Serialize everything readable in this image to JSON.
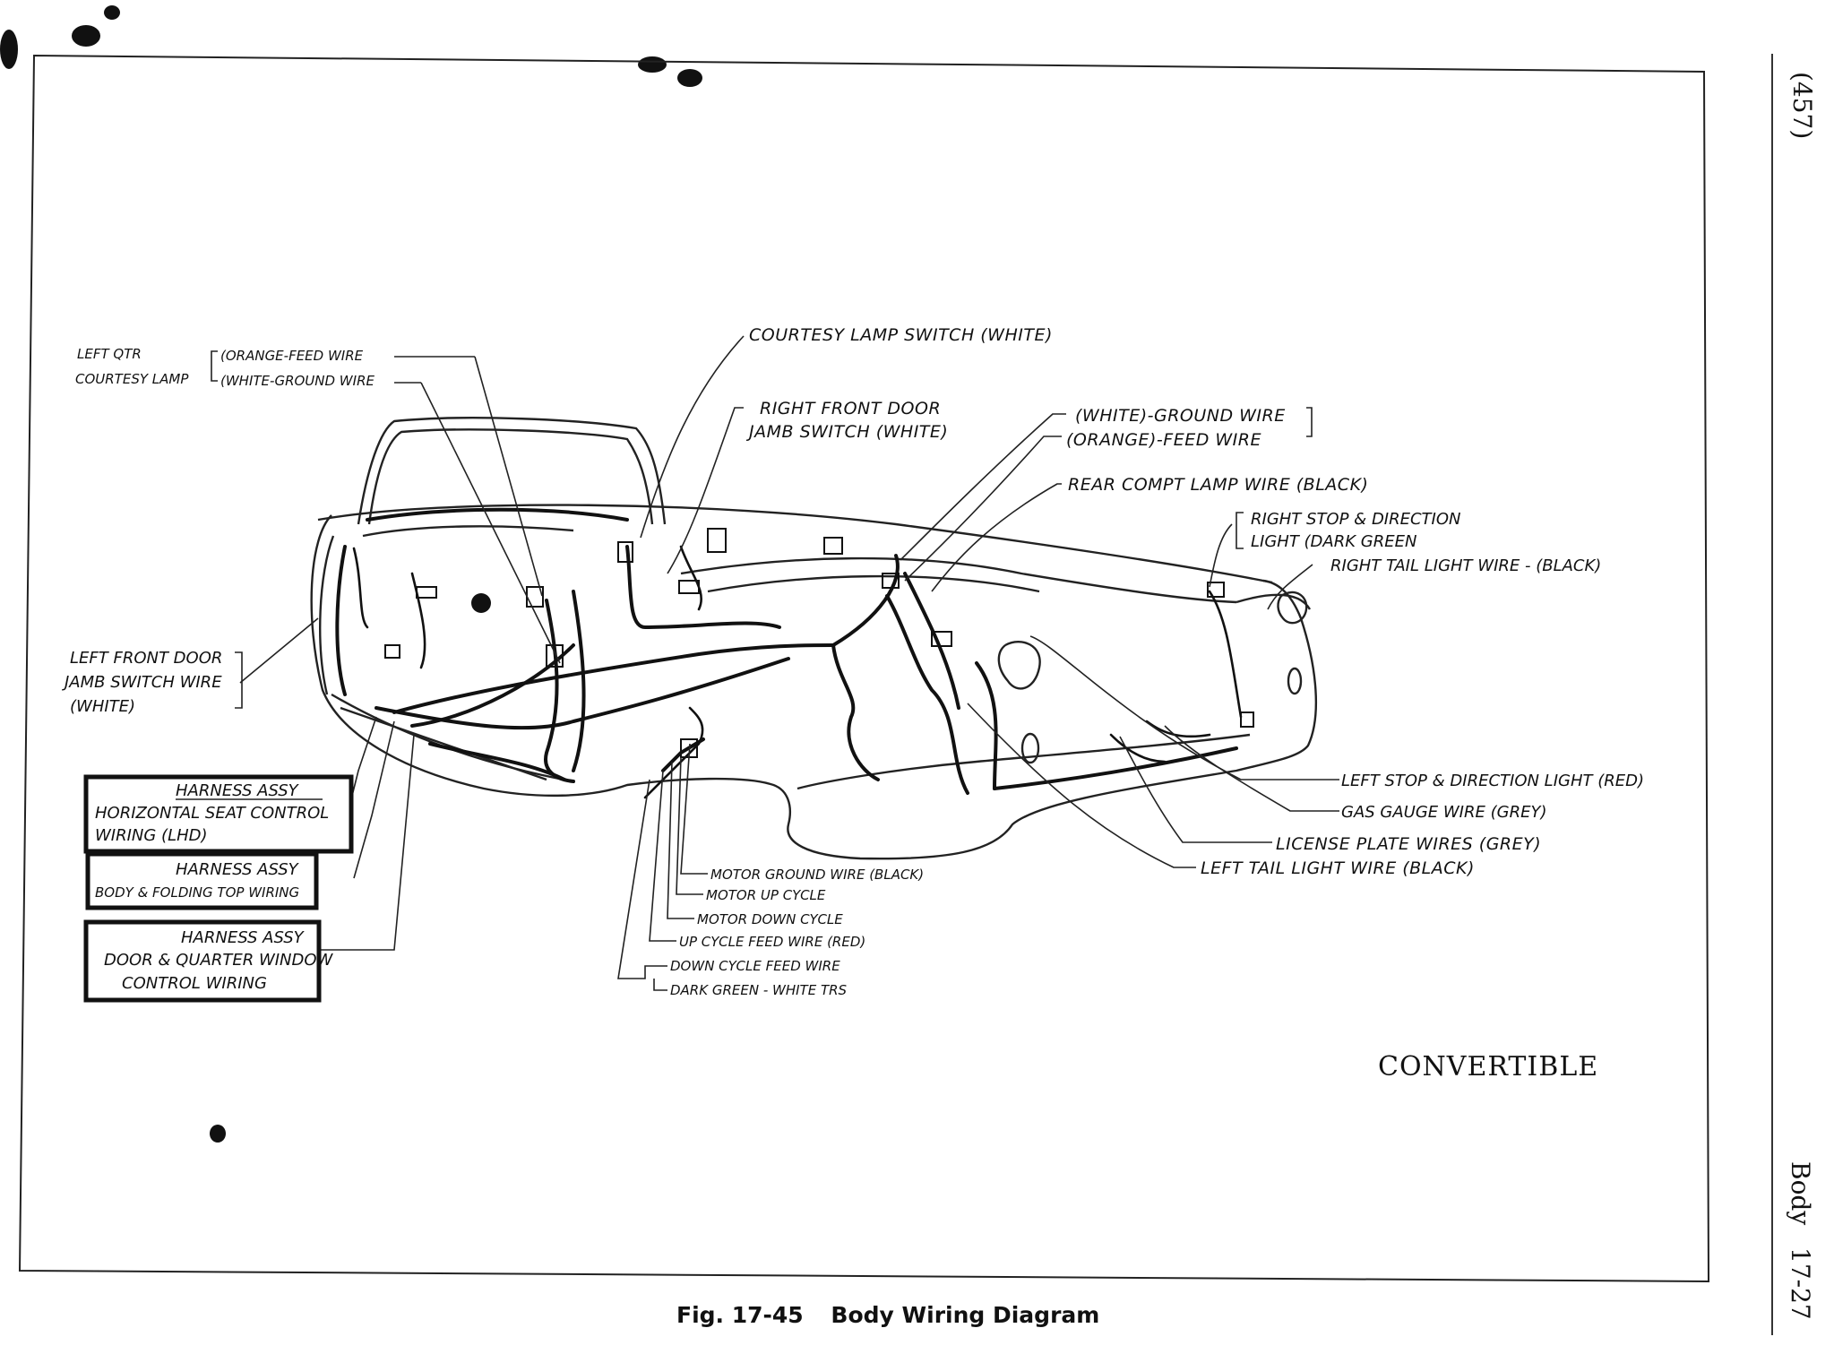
{
  "margin": {
    "page_code": "(457)",
    "section": "Body",
    "page_number": "17-27"
  },
  "caption": {
    "fig_number": "Fig. 17-45",
    "fig_title": "Body Wiring Diagram"
  },
  "model_label": "CONVERTIBLE",
  "labels": {
    "left_qtr_1": "LEFT QTR",
    "left_qtr_2": "COURTESY LAMP",
    "orange_feed": "(ORANGE-FEED WIRE",
    "white_ground": "(WHITE-GROUND WIRE",
    "courtesy_switch": "COURTESY LAMP SWITCH (WHITE)",
    "right_front_door_1": "RIGHT FRONT DOOR",
    "right_front_door_2": "JAMB SWITCH (WHITE)",
    "white_ground_2": "(WHITE)-GROUND WIRE",
    "orange_feed_2": "(ORANGE)-FEED WIRE",
    "rear_compt": "REAR COMPT LAMP WIRE (BLACK)",
    "right_stop_1": "RIGHT STOP & DIRECTION",
    "right_stop_2": "LIGHT (DARK GREEN",
    "right_tail": "RIGHT TAIL LIGHT WIRE - (BLACK)",
    "left_front_door_1": "LEFT FRONT DOOR",
    "left_front_door_2": "JAMB SWITCH WIRE",
    "left_front_door_3": "(WHITE)",
    "harness1_1": "HARNESS ASSY",
    "harness1_2": "HORIZONTAL SEAT CONTROL",
    "harness1_3": "WIRING (LHD)",
    "harness2_1": "HARNESS ASSY",
    "harness2_2": "BODY & FOLDING TOP WIRING",
    "harness3_1": "HARNESS ASSY",
    "harness3_2": "DOOR & QUARTER WINDOW",
    "harness3_3": "CONTROL WIRING",
    "left_stop": "LEFT STOP & DIRECTION LIGHT (RED)",
    "gas_gauge": "GAS GAUGE WIRE (GREY)",
    "license_plate": "LICENSE PLATE WIRES (GREY)",
    "left_tail": "LEFT TAIL LIGHT WIRE (BLACK)",
    "motor_ground": "MOTOR GROUND WIRE (BLACK)",
    "motor_up": "MOTOR UP CYCLE",
    "motor_down": "MOTOR DOWN CYCLE",
    "up_cycle_feed": "UP CYCLE FEED WIRE (RED)",
    "down_cycle_feed": "DOWN CYCLE FEED WIRE",
    "dark_green_white": "DARK GREEN - WHITE TRS"
  }
}
